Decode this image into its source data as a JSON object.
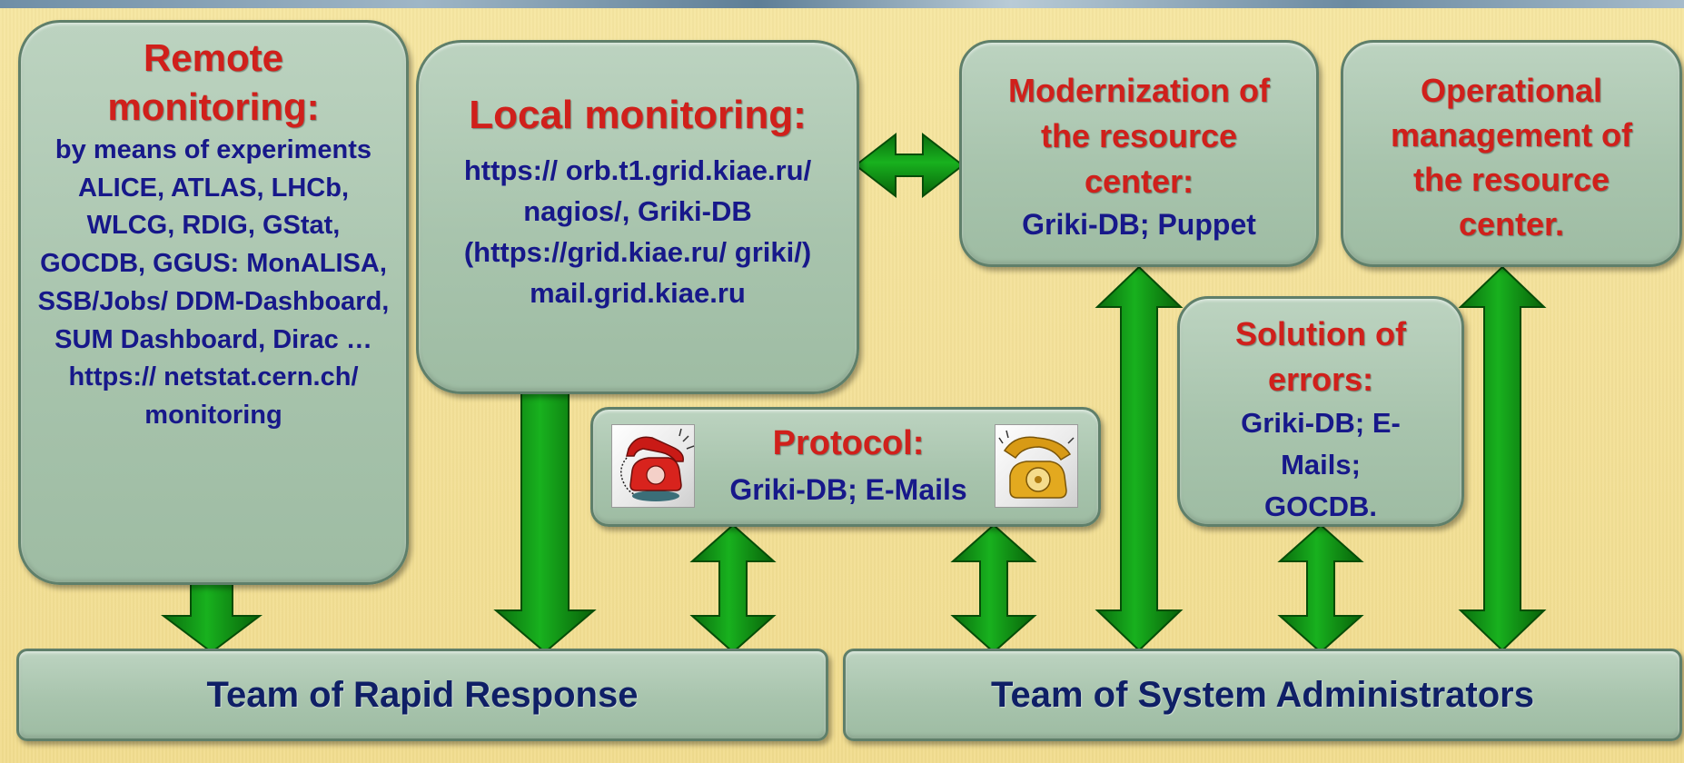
{
  "remote": {
    "title": "Remote monitoring:",
    "text": "by means of experiments ALICE, ATLAS, LHCb, WLCG, RDIG, GStat, GOCDB, GGUS: MonALISA, SSB/Jobs/ DDM-Dashboard, SUM Dashboard, Dirac … https:// netstat.cern.ch/ monitoring"
  },
  "local": {
    "title": "Local monitoring:",
    "text": "https:// orb.t1.grid.kiae.ru/ nagios/, Griki-DB (https://grid.kiae.ru/ griki/) mail.grid.kiae.ru"
  },
  "modernization": {
    "title": "Modernization of the resource center:",
    "text": "Griki-DB; Puppet"
  },
  "operational": {
    "title": "Operational management of the resource center."
  },
  "solution": {
    "title": "Solution of errors:",
    "text": "Griki-DB; E-Mails; GOCDB."
  },
  "protocol": {
    "title": "Protocol:",
    "text": "Griki-DB; E-Mails"
  },
  "teams": {
    "rapid": "Team of Rapid Response",
    "sysadmin": "Team of System Administrators"
  },
  "colors": {
    "title_red": "#d0201b",
    "body_blue": "#17188a",
    "box_green": "#a8c4ad",
    "arrow_green": "#0c8f12",
    "background": "#f3e097"
  },
  "icons": [
    "red-telephone-icon",
    "yellow-telephone-icon"
  ]
}
